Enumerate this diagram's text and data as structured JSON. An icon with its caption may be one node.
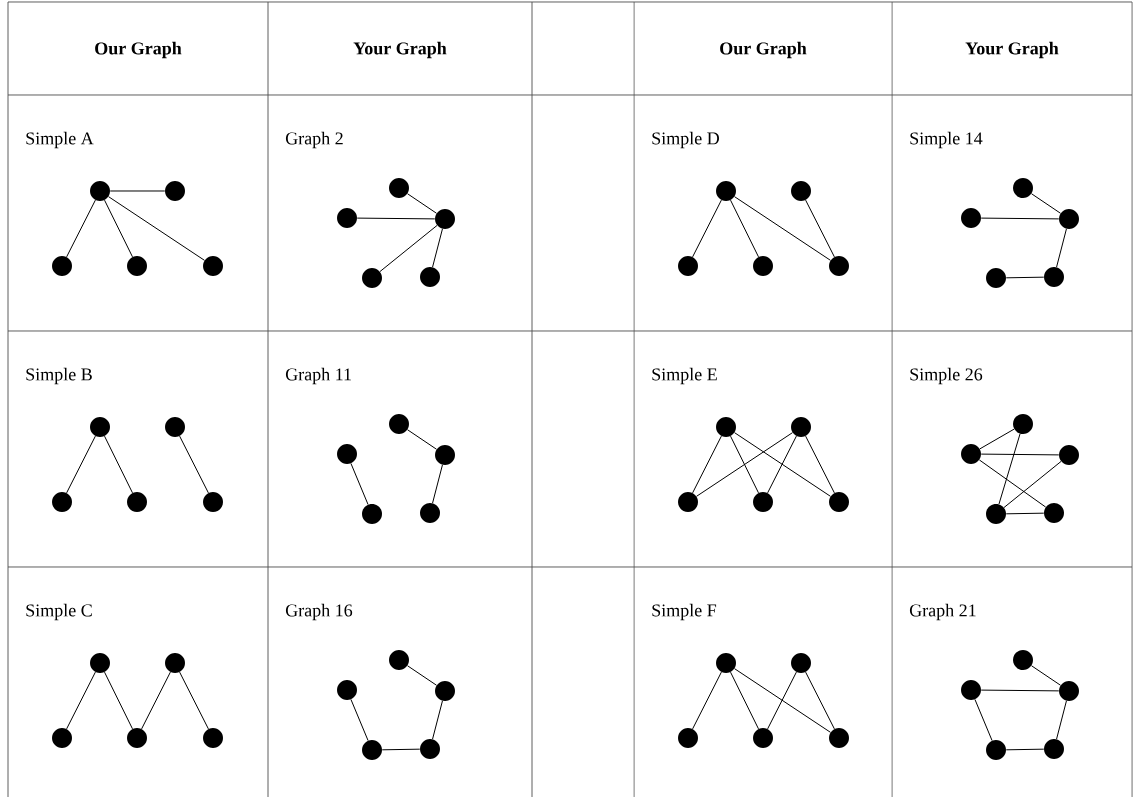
{
  "diagram": {
    "nodes": [
      {
        "text": [],
        "shape": "circle"
      },
      {
        "text": [],
        "shape": "circle"
      },
      {
        "text": [],
        "shape": "circle"
      },
      {
        "text": [],
        "shape": "circle"
      },
      {
        "text": [],
        "shape": "circle"
      },
      {
        "text": [],
        "shape": "circle"
      },
      {
        "text": [],
        "shape": "circle"
      },
      {
        "text": [],
        "shape": "circle"
      },
      {
        "text": [],
        "shape": "circle"
      },
      {
        "text": [],
        "shape": "circle"
      },
      {
        "text": [],
        "shape": "circle"
      },
      {
        "text": [],
        "shape": "circle"
      },
      {
        "text": [],
        "shape": "circle"
      },
      {
        "text": [],
        "shape": "circle"
      },
      {
        "text": [],
        "shape": "circle"
      },
      {
        "text": [],
        "shape": "circle"
      },
      {
        "text": [],
        "shape": "circle"
      },
      {
        "text": [],
        "shape": "circle"
      },
      {
        "text": [],
        "shape": "circle"
      },
      {
        "text": [],
        "shape": "circle"
      },
      {
        "text": [],
        "shape": "circle"
      },
      {
        "text": [],
        "shape": "circle"
      },
      {
        "text": [],
        "shape": "circle"
      },
      {
        "text": [],
        "shape": "circle"
      },
      {
        "text": [],
        "shape": "circle"
      },
      {
        "text": [],
        "shape": "circle"
      },
      {
        "text": [],
        "shape": "circle"
      },
      {
        "text": [],
        "shape": "circle"
      },
      {
        "text": [],
        "shape": "circle"
      },
      {
        "text": [],
        "shape": "circle"
      },
      {
        "text": [],
        "shape": "circle"
      },
      {
        "text": [],
        "shape": "circle"
      },
      {
        "text": [],
        "shape": "circle"
      },
      {
        "text": [],
        "shape": "circle"
      },
      {
        "text": [],
        "shape": "circle"
      },
      {
        "text": [],
        "shape": "circle"
      },
      {
        "text": [],
        "shape": "circle"
      },
      {
        "text": [],
        "shape": "circle"
      },
      {
        "text": [],
        "shape": "circle"
      },
      {
        "text": [],
        "shape": "circle"
      },
      {
        "text": [],
        "shape": "circle"
      },
      {
        "text": [],
        "shape": "circle"
      },
      {
        "text": [],
        "shape": "circle"
      },
      {
        "text": [],
        "shape": "circle"
      },
      {
        "text": [],
        "shape": "circle"
      },
      {
        "text": [],
        "shape": "circle"
      },
      {
        "text": [],
        "shape": "circle"
      },
      {
        "text": [],
        "shape": "circle"
      },
      {
        "text": [],
        "shape": "circle"
      },
      {
        "text": [],
        "shape": "circle"
      },
      {
        "text": [],
        "shape": "circle"
      },
      {
        "text": [],
        "shape": "circle"
      },
      {
        "text": [],
        "shape": "circle"
      },
      {
        "text": [],
        "shape": "circle"
      },
      {
        "text": [],
        "shape": "circle"
      },
      {
        "text": [],
        "shape": "circle"
      },
      {
        "text": [],
        "shape": "circle"
      },
      {
        "text": [],
        "shape": "circle"
      },
      {
        "text": [],
        "shape": "circle"
      },
      {
        "text": [],
        "shape": "circle"
      }
    ],
    "edges": [
      {
        "from": 0,
        "to": 1,
        "arrow": "none"
      },
      {
        "from": 0,
        "to": 2,
        "arrow": "none"
      },
      {
        "from": 0,
        "to": 3,
        "arrow": "none"
      },
      {
        "from": 0,
        "to": 4,
        "arrow": "none"
      },
      {
        "from": 5,
        "to": 7,
        "arrow": "none"
      },
      {
        "from": 6,
        "to": 7,
        "arrow": "none"
      },
      {
        "from": 7,
        "to": 8,
        "arrow": "none"
      },
      {
        "from": 7,
        "to": 9,
        "arrow": "none"
      },
      {
        "from": 10,
        "to": 12,
        "arrow": "none"
      },
      {
        "from": 10,
        "to": 13,
        "arrow": "none"
      },
      {
        "from": 10,
        "to": 14,
        "arrow": "none"
      },
      {
        "from": 11,
        "to": 14,
        "arrow": "none"
      },
      {
        "from": 15,
        "to": 17,
        "arrow": "none"
      },
      {
        "from": 16,
        "to": 17,
        "arrow": "none"
      },
      {
        "from": 17,
        "to": 19,
        "arrow": "none"
      },
      {
        "from": 18,
        "to": 19,
        "arrow": "none"
      },
      {
        "from": 20,
        "to": 22,
        "arrow": "none"
      },
      {
        "from": 20,
        "to": 23,
        "arrow": "none"
      },
      {
        "from": 21,
        "to": 24,
        "arrow": "none"
      },
      {
        "from": 25,
        "to": 27,
        "arrow": "none"
      },
      {
        "from": 26,
        "to": 28,
        "arrow": "none"
      },
      {
        "from": 27,
        "to": 29,
        "arrow": "none"
      },
      {
        "from": 30,
        "to": 32,
        "arrow": "none"
      },
      {
        "from": 30,
        "to": 33,
        "arrow": "none"
      },
      {
        "from": 30,
        "to": 34,
        "arrow": "none"
      },
      {
        "from": 31,
        "to": 32,
        "arrow": "none"
      },
      {
        "from": 31,
        "to": 33,
        "arrow": "none"
      },
      {
        "from": 31,
        "to": 34,
        "arrow": "none"
      },
      {
        "from": 36,
        "to": 35,
        "arrow": "none"
      },
      {
        "from": 36,
        "to": 37,
        "arrow": "none"
      },
      {
        "from": 36,
        "to": 39,
        "arrow": "none"
      },
      {
        "from": 35,
        "to": 38,
        "arrow": "none"
      },
      {
        "from": 37,
        "to": 38,
        "arrow": "none"
      },
      {
        "from": 38,
        "to": 39,
        "arrow": "none"
      },
      {
        "from": 40,
        "to": 42,
        "arrow": "none"
      },
      {
        "from": 40,
        "to": 43,
        "arrow": "none"
      },
      {
        "from": 41,
        "to": 43,
        "arrow": "none"
      },
      {
        "from": 41,
        "to": 44,
        "arrow": "none"
      },
      {
        "from": 45,
        "to": 47,
        "arrow": "none"
      },
      {
        "from": 46,
        "to": 48,
        "arrow": "none"
      },
      {
        "from": 47,
        "to": 49,
        "arrow": "none"
      },
      {
        "from": 48,
        "to": 49,
        "arrow": "none"
      },
      {
        "from": 50,
        "to": 52,
        "arrow": "none"
      },
      {
        "from": 50,
        "to": 53,
        "arrow": "none"
      },
      {
        "from": 50,
        "to": 54,
        "arrow": "none"
      },
      {
        "from": 51,
        "to": 53,
        "arrow": "none"
      },
      {
        "from": 51,
        "to": 54,
        "arrow": "none"
      },
      {
        "from": 55,
        "to": 57,
        "arrow": "none"
      },
      {
        "from": 56,
        "to": 57,
        "arrow": "none"
      },
      {
        "from": 56,
        "to": 58,
        "arrow": "none"
      },
      {
        "from": 57,
        "to": 59,
        "arrow": "none"
      },
      {
        "from": 58,
        "to": 59,
        "arrow": "none"
      }
    ],
    "labels": [
      "Our Graph",
      "Your Graph",
      "Our Graph",
      "Your Graph",
      "Simple A",
      "Graph 2",
      "Simple D",
      "Simple 14",
      "Simple B",
      "Graph 11",
      "Simple E",
      "Simple 26",
      "Simple C",
      "Graph 16",
      "Simple F",
      "Graph 21"
    ]
  }
}
